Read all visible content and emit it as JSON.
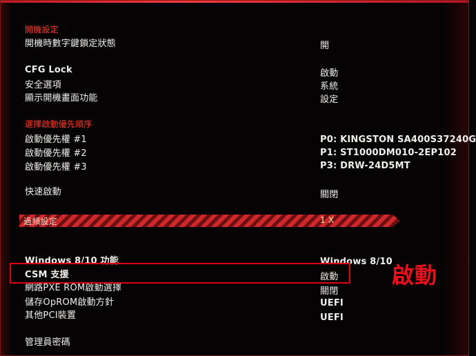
{
  "sections": {
    "boot_settings": "開機設定",
    "boot_priority": "選擇啟動優先順序",
    "stripe_label": "過頻設定"
  },
  "items": {
    "numlock_label": "開機時數字鍵鎖定狀態",
    "numlock_value": "開",
    "cfg_lock_label": "CFG Lock",
    "cfg_lock_value": "啟動",
    "security_label": "安全選項",
    "security_value": "系統",
    "boot_logo_label": "顯示開機畫面功能",
    "boot_logo_value": "設定",
    "prio1_label": "啟動優先權 #1",
    "prio1_value": "P0: KINGSTON SA400S37240G",
    "prio2_label": "啟動優先權 #2",
    "prio2_value": "P1: ST1000DM010-2EP102",
    "prio3_label": "啟動優先權 #3",
    "prio3_value": "P3: DRW-24D5MT",
    "fast_boot_label": "快速啟動",
    "fast_boot_value": "關閉",
    "stripe_value": "1 X",
    "win_label": "Windows 8/10 功能",
    "win_value": "Windows 8/10",
    "csm_label": "CSM 支援",
    "csm_value": "啟動",
    "pxe_label": "網路PXE ROM啟動選擇",
    "pxe_value": "關閉",
    "storage_label": "儲存OpROM啟動方針",
    "storage_value": "UEFI",
    "pci_label": "其他PCI裝置",
    "pci_value": "UEFI",
    "admin_label": "管理員密碼"
  },
  "annotation": {
    "callout_text": "啟動"
  },
  "colors": {
    "section_red": "#ff3a2a",
    "highlight_red": "#e00010",
    "background": "#050304"
  }
}
